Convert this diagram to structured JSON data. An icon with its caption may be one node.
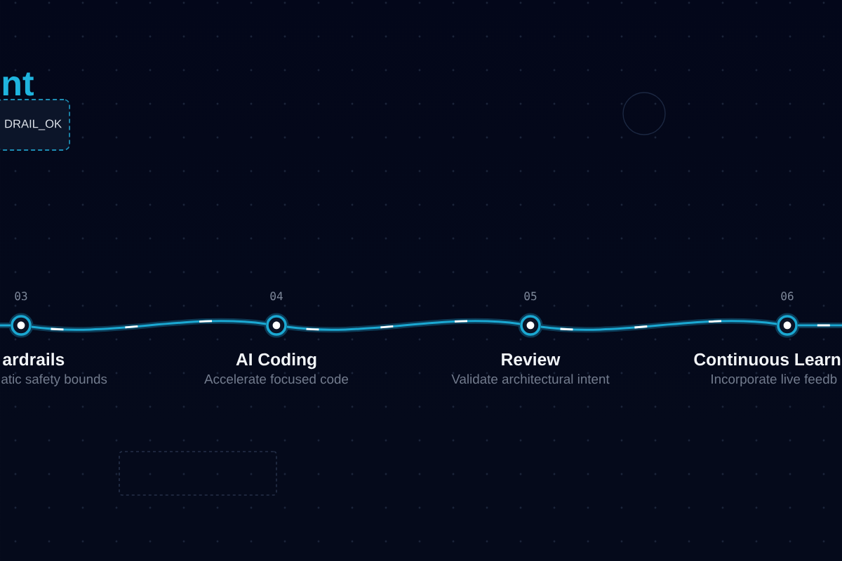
{
  "diagram": {
    "title": "nt",
    "nodes": [
      {
        "text": [
          "DRAIL_OK"
        ]
      },
      {
        "text": [],
        "shape": "circle",
        "beside": [
          "03",
          "ardrails",
          "atic safety bounds"
        ]
      },
      {
        "text": [],
        "shape": "circle",
        "beside": [
          "04",
          "AI Coding",
          "Accelerate focused code"
        ]
      },
      {
        "text": [],
        "shape": "circle",
        "beside": [
          "05",
          "Review",
          "Validate architectural intent"
        ]
      },
      {
        "text": [],
        "shape": "circle",
        "beside": [
          "06",
          "Continuous Learn",
          "Incorporate live feedb"
        ]
      },
      {
        "text": [],
        "shape": "box"
      }
    ],
    "edges": [
      {
        "from": null,
        "to": 1,
        "arrow": "none"
      },
      {
        "from": 1,
        "to": 2,
        "arrow": "none"
      },
      {
        "from": 2,
        "to": 3,
        "arrow": "none"
      },
      {
        "from": 3,
        "to": 4,
        "arrow": "none"
      },
      {
        "from": 4,
        "to": null,
        "arrow": "none"
      }
    ]
  }
}
